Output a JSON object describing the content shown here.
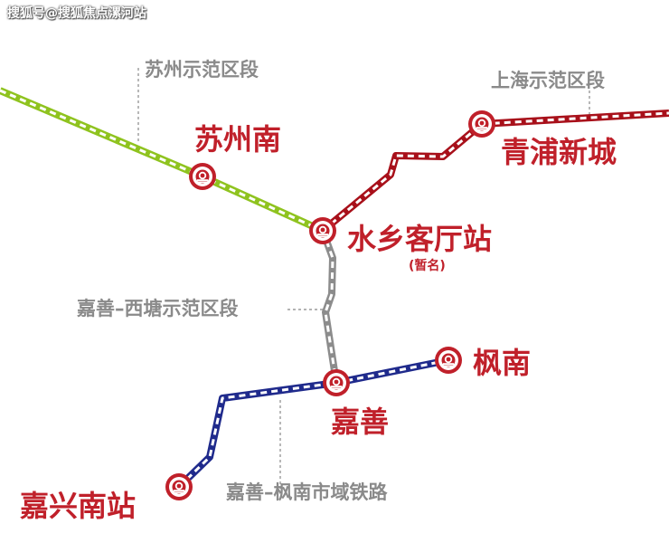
{
  "watermark": "搜狐号@搜狐焦点漯河站",
  "stations": {
    "suzhou_nan": "苏州南",
    "shuixiang_keting": "水乡客厅站",
    "shuixiang_note": "(暂名)",
    "qingpu_xincheng": "青浦新城",
    "fengnan": "枫南",
    "jiashan": "嘉善",
    "jiaxing_nan": "嘉兴南站"
  },
  "segments": {
    "suzhou": "苏州示范区段",
    "shanghai": "上海示范区段",
    "jiashan_xitang": "嘉善–西塘示范区段",
    "jiashan_fengnan": "嘉善–枫南市域铁路"
  },
  "colors": {
    "station_red": "#c0202a",
    "suzhou_line": "#8fc31f",
    "shanghai_line": "#a8101a",
    "xitang_line": "#8c8c8c",
    "fengnan_line": "#1f2a8c",
    "segment_text": "#8a8a8a"
  },
  "icons": {
    "station": "railway-station-icon"
  }
}
